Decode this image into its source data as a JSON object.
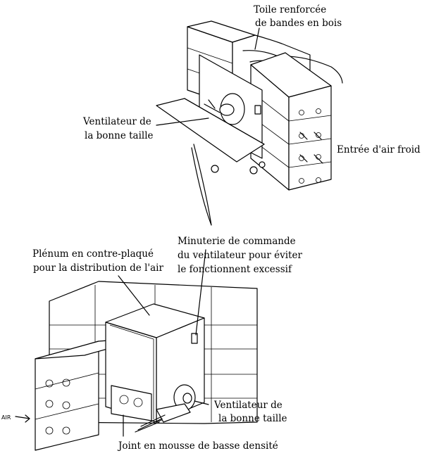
{
  "top_diagram": {
    "label_cloth": [
      "Toile renforcée",
      "de bandes en bois"
    ],
    "label_fan": [
      "Ventilateur de",
      "la bonne taille"
    ],
    "label_cold_air": "Entrée d'air froid"
  },
  "bottom_diagram": {
    "label_plenum": [
      "Plénum en contre-plaqué",
      "pour la distribution de l'air"
    ],
    "label_timer": [
      "Minuterie de commande",
      "du ventilateur pour éviter",
      "le fonctionnent excessif"
    ],
    "label_fan": [
      "Ventilateur de",
      "la bonne taille"
    ],
    "label_joint": "Joint en mousse de basse densité",
    "label_air": "AIR"
  }
}
